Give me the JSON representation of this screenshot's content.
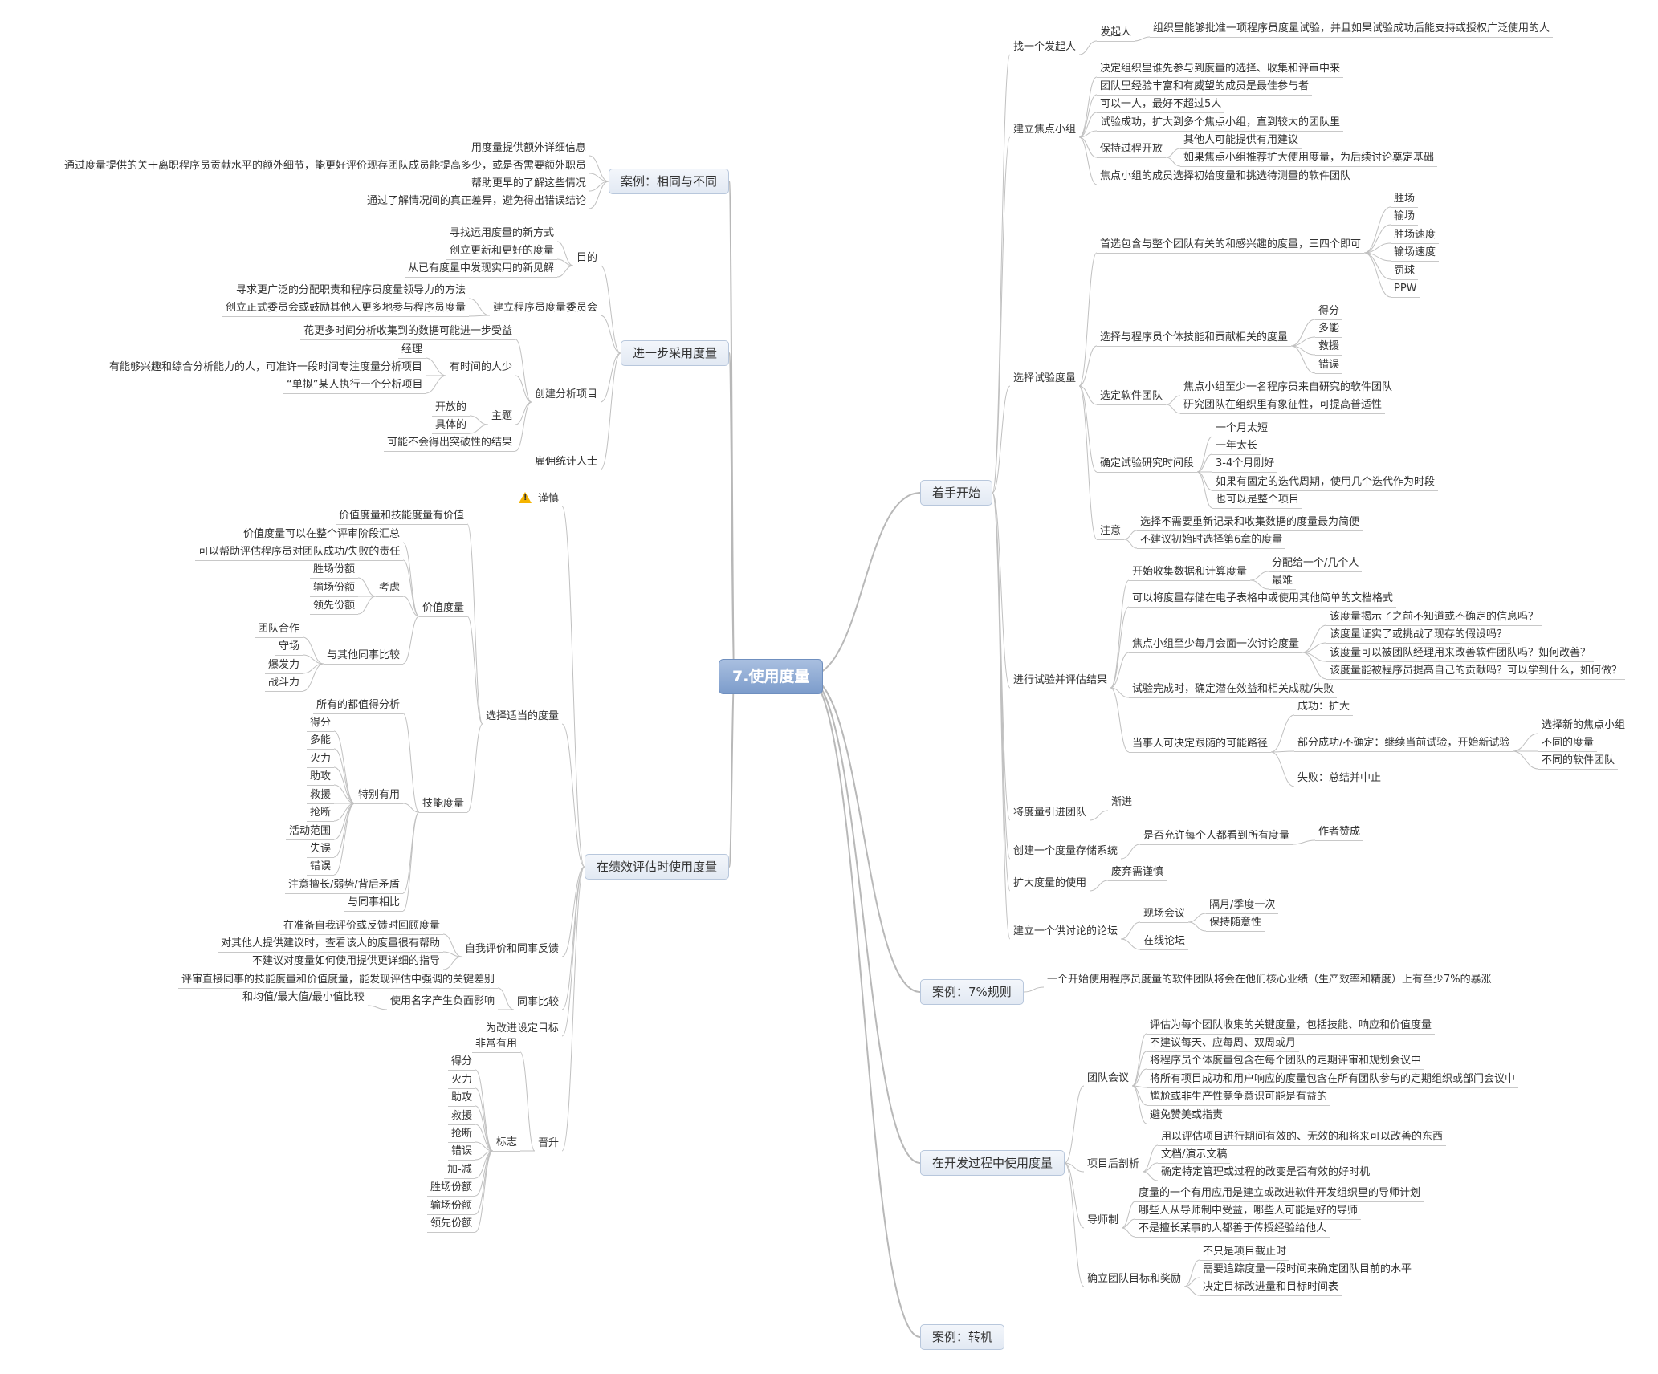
{
  "mindmap": {
    "root": "7.使用度量",
    "left": [
      {
        "text": "案例：相同与不同",
        "children": [
          {
            "text": "用度量提供额外详细信息"
          },
          {
            "text": "通过度量提供的关于离职程序员贡献水平的额外细节，能更好评价现存团队成员能提高多少，或是否需要额外职员"
          },
          {
            "text": "帮助更早的了解这些情况"
          },
          {
            "text": "通过了解情况间的真正差异，避免得出错误结论"
          }
        ]
      },
      {
        "text": "进一步采用度量",
        "children": [
          {
            "text": "目的",
            "children": [
              {
                "text": "寻找运用度量的新方式"
              },
              {
                "text": "创立更新和更好的度量"
              },
              {
                "text": "从已有度量中发现实用的新见解"
              }
            ]
          },
          {
            "text": "建立程序员度量委员会",
            "children": [
              {
                "text": "寻求更广泛的分配职责和程序员度量领导力的方法"
              },
              {
                "text": "创立正式委员会或鼓励其他人更多地参与程序员度量"
              }
            ]
          },
          {
            "text": "创建分析项目",
            "children": [
              {
                "text": "花更多时间分析收集到的数据可能进一步受益"
              },
              {
                "text": "有时间的人少",
                "children": [
                  {
                    "text": "经理"
                  },
                  {
                    "text": "有能够兴趣和综合分析能力的人，可准许一段时间专注度量分析项目"
                  },
                  {
                    "text": "“单拟”某人执行一个分析项目"
                  }
                ]
              },
              {
                "text": "主题",
                "children": [
                  {
                    "text": "开放的"
                  },
                  {
                    "text": "具体的"
                  }
                ]
              },
              {
                "text": "可能不会得出突破性的结果"
              }
            ]
          },
          {
            "text": "雇佣统计人士"
          }
        ]
      },
      {
        "text": "在绩效评估时使用度量",
        "children": [
          {
            "text": "谨慎",
            "warning": true
          },
          {
            "text": "选择适当的度量",
            "children": [
              {
                "text": "价值度量和技能度量有价值"
              },
              {
                "text": "价值度量",
                "children": [
                  {
                    "text": "价值度量可以在整个评审阶段汇总"
                  },
                  {
                    "text": "可以帮助评估程序员对团队成功/失败的责任"
                  },
                  {
                    "text": "考虑",
                    "children": [
                      {
                        "text": "胜场份额"
                      },
                      {
                        "text": "输场份额"
                      },
                      {
                        "text": "领先份额"
                      }
                    ]
                  },
                  {
                    "text": "与其他同事比较",
                    "children": [
                      {
                        "text": "团队合作"
                      },
                      {
                        "text": "守场"
                      },
                      {
                        "text": "爆发力"
                      },
                      {
                        "text": "战斗力"
                      }
                    ]
                  }
                ]
              },
              {
                "text": "技能度量",
                "children": [
                  {
                    "text": "所有的都值得分析"
                  },
                  {
                    "text": "特别有用",
                    "children": [
                      {
                        "text": "得分"
                      },
                      {
                        "text": "多能"
                      },
                      {
                        "text": "火力"
                      },
                      {
                        "text": "助攻"
                      },
                      {
                        "text": "救援"
                      },
                      {
                        "text": "抢断"
                      },
                      {
                        "text": "活动范围"
                      },
                      {
                        "text": "失误"
                      },
                      {
                        "text": "错误"
                      }
                    ]
                  },
                  {
                    "text": "注意擅长/弱势/背后矛盾"
                  },
                  {
                    "text": "与同事相比"
                  }
                ]
              }
            ]
          },
          {
            "text": "自我评价和同事反馈",
            "children": [
              {
                "text": "在准备自我评价或反馈时回顾度量"
              },
              {
                "text": "对其他人提供建议时，查看该人的度量很有帮助"
              },
              {
                "text": "不建议对度量如何使用提供更详细的指导"
              }
            ]
          },
          {
            "text": "同事比较",
            "children": [
              {
                "text": "评审直接同事的技能度量和价值度量，能发现评估中强调的关键差别"
              },
              {
                "text": "使用名字产生负面影响",
                "children": [
                  {
                    "text": "和均值/最大值/最小值比较"
                  }
                ]
              }
            ]
          },
          {
            "text": "为改进设定目标"
          },
          {
            "text": "晋升",
            "children": [
              {
                "text": "非常有用"
              },
              {
                "text": "标志",
                "children": [
                  {
                    "text": "得分"
                  },
                  {
                    "text": "火力"
                  },
                  {
                    "text": "助攻"
                  },
                  {
                    "text": "救援"
                  },
                  {
                    "text": "抢断"
                  },
                  {
                    "text": "错误"
                  },
                  {
                    "text": "加-减"
                  },
                  {
                    "text": "胜场份额"
                  },
                  {
                    "text": "输场份额"
                  },
                  {
                    "text": "领先份额"
                  }
                ]
              }
            ]
          }
        ]
      }
    ],
    "right": [
      {
        "text": "着手开始",
        "children": [
          {
            "text": "找一个发起人",
            "children": [
              {
                "text": "发起人",
                "children": [
                  {
                    "text": "组织里能够批准一项程序员度量试验，并且如果试验成功后能支持或授权广泛使用的人"
                  }
                ]
              }
            ]
          },
          {
            "text": "建立焦点小组",
            "children": [
              {
                "text": "决定组织里谁先参与到度量的选择、收集和评审中来"
              },
              {
                "text": "团队里经验丰富和有威望的成员是最佳参与者"
              },
              {
                "text": "可以一人，最好不超过5人"
              },
              {
                "text": "试验成功，扩大到多个焦点小组，直到较大的团队里"
              },
              {
                "text": "保持过程开放",
                "children": [
                  {
                    "text": "其他人可能提供有用建议"
                  },
                  {
                    "text": "如果焦点小组推荐扩大使用度量，为后续讨论奠定基础"
                  }
                ]
              },
              {
                "text": "焦点小组的成员选择初始度量和挑选待测量的软件团队"
              }
            ]
          },
          {
            "text": "选择试验度量",
            "children": [
              {
                "text": "首选包含与整个团队有关的和感兴趣的度量，三四个即可",
                "children": [
                  {
                    "text": "胜场"
                  },
                  {
                    "text": "输场"
                  },
                  {
                    "text": "胜场速度"
                  },
                  {
                    "text": "输场速度"
                  },
                  {
                    "text": "罚球"
                  },
                  {
                    "text": "PPW"
                  }
                ]
              },
              {
                "text": "选择与程序员个体技能和贡献相关的度量",
                "children": [
                  {
                    "text": "得分"
                  },
                  {
                    "text": "多能"
                  },
                  {
                    "text": "救援"
                  },
                  {
                    "text": "错误"
                  }
                ]
              },
              {
                "text": "选定软件团队",
                "children": [
                  {
                    "text": "焦点小组至少一名程序员来自研究的软件团队"
                  },
                  {
                    "text": "研究团队在组织里有象征性，可提高普适性"
                  }
                ]
              },
              {
                "text": "确定试验研究时间段",
                "children": [
                  {
                    "text": "一个月太短"
                  },
                  {
                    "text": "一年太长"
                  },
                  {
                    "text": "3-4个月刚好"
                  },
                  {
                    "text": "如果有固定的迭代周期，使用几个迭代作为时段"
                  },
                  {
                    "text": "也可以是整个项目"
                  }
                ]
              },
              {
                "text": "注意",
                "children": [
                  {
                    "text": "选择不需要重新记录和收集数据的度量最为简便"
                  },
                  {
                    "text": "不建议初始时选择第6章的度量"
                  }
                ]
              }
            ]
          },
          {
            "text": "进行试验并评估结果",
            "children": [
              {
                "text": "开始收集数据和计算度量",
                "children": [
                  {
                    "text": "分配给一个/几个人"
                  },
                  {
                    "text": "最难"
                  }
                ]
              },
              {
                "text": "可以将度量存储在电子表格中或使用其他简单的文档格式"
              },
              {
                "text": "焦点小组至少每月会面一次讨论度量",
                "children": [
                  {
                    "text": "该度量揭示了之前不知道或不确定的信息吗？"
                  },
                  {
                    "text": "该度量证实了或挑战了现存的假设吗？"
                  },
                  {
                    "text": "该度量可以被团队经理用来改善软件团队吗？如何改善？"
                  },
                  {
                    "text": "该度量能被程序员提高自己的贡献吗？可以学到什么，如何做？"
                  }
                ]
              },
              {
                "text": "试验完成时，确定潜在效益和相关成就/失败"
              },
              {
                "text": "当事人可决定跟随的可能路径",
                "children": [
                  {
                    "text": "成功：扩大"
                  },
                  {
                    "text": "部分成功/不确定：继续当前试验，开始新试验",
                    "children": [
                      {
                        "text": "选择新的焦点小组"
                      },
                      {
                        "text": "不同的度量"
                      },
                      {
                        "text": "不同的软件团队"
                      }
                    ]
                  },
                  {
                    "text": "失败：总结并中止"
                  }
                ]
              }
            ]
          },
          {
            "text": "将度量引进团队",
            "children": [
              {
                "text": "渐进"
              }
            ]
          },
          {
            "text": "创建一个度量存储系统",
            "children": [
              {
                "text": "是否允许每个人都看到所有度量",
                "children": [
                  {
                    "text": "作者赞成"
                  }
                ]
              }
            ]
          },
          {
            "text": "扩大度量的使用",
            "children": [
              {
                "text": "废弃需谨慎"
              }
            ]
          },
          {
            "text": "建立一个供讨论的论坛",
            "children": [
              {
                "text": "现场会议",
                "children": [
                  {
                    "text": "隔月/季度一次"
                  },
                  {
                    "text": "保持随意性"
                  }
                ]
              },
              {
                "text": "在线论坛"
              }
            ]
          }
        ]
      },
      {
        "text": "案例：7%规则",
        "children": [
          {
            "text": "一个开始使用程序员度量的软件团队将会在他们核心业绩（生产效率和精度）上有至少7%的暴涨"
          }
        ]
      },
      {
        "text": "在开发过程中使用度量",
        "children": [
          {
            "text": "团队会议",
            "children": [
              {
                "text": "评估为每个团队收集的关键度量，包括技能、响应和价值度量"
              },
              {
                "text": "不建议每天、应每周、双周或月"
              },
              {
                "text": "将程序员个体度量包含在每个团队的定期评审和规划会议中"
              },
              {
                "text": "将所有项目成功和用户响应的度量包含在所有团队参与的定期组织或部门会议中"
              },
              {
                "text": "尴尬或非生产性竞争意识可能是有益的"
              },
              {
                "text": "避免赞美或指责"
              }
            ]
          },
          {
            "text": "项目后剖析",
            "children": [
              {
                "text": "用以评估项目进行期间有效的、无效的和将来可以改善的东西"
              },
              {
                "text": "文档/演示文稿"
              },
              {
                "text": "确定特定管理或过程的改变是否有效的好时机"
              }
            ]
          },
          {
            "text": "导师制",
            "children": [
              {
                "text": "度量的一个有用应用是建立或改进软件开发组织里的导师计划"
              },
              {
                "text": "哪些人从导师制中受益，哪些人可能是好的导师"
              },
              {
                "text": "不是擅长某事的人都善于传授经验给他人"
              }
            ]
          },
          {
            "text": "确立团队目标和奖励",
            "children": [
              {
                "text": "不只是项目截止时"
              },
              {
                "text": "需要追踪度量一段时间来确定团队目前的水平"
              },
              {
                "text": "决定目标改进量和目标时间表"
              }
            ]
          }
        ]
      },
      {
        "text": "案例：转机"
      }
    ]
  }
}
